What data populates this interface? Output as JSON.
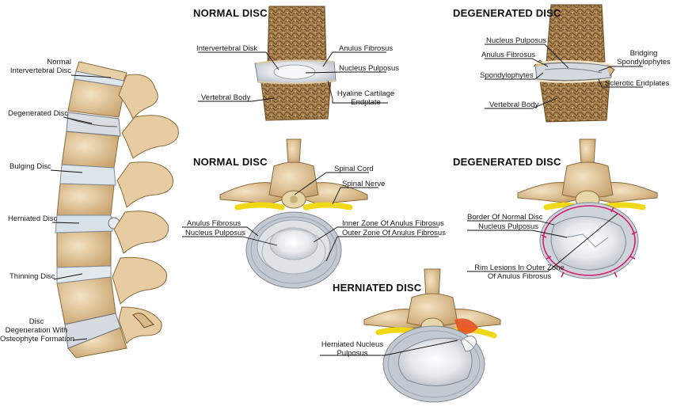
{
  "headings": {
    "normal_side": "NORMAL DISC",
    "degenerated_side": "DEGENERATED DISC",
    "normal_axial": "NORMAL DISC",
    "degenerated_axial": "DEGENERATED DISC",
    "herniated_axial": "HERNIATED DISC"
  },
  "spine_labels": {
    "normal_line1": "Normal",
    "normal_line2": "Intervertebral Disc",
    "degenerated": "Degenerated Disc",
    "bulging": "Bulging Disc",
    "herniated": "Herniated Disc",
    "thinning": "Thinning Disc",
    "osteo_line1": "Disc",
    "osteo_line2": "Degeneration With",
    "osteo_line3": "Osteophyte Formation"
  },
  "normal_side_labels": {
    "intervertebral_disk": "Intervertebral Disk",
    "anulus_fibrosus": "Anulus Fibrosus",
    "nucleus_pulposus": "Nucleus Pulposus",
    "vertebral_body": "Vertebral Body",
    "hyaline_line1": "Hyaline Cartilage",
    "hyaline_line2": "Endplate"
  },
  "degenerated_side_labels": {
    "nucleus_pulposus": "Nucleus Pulposus",
    "anulus_fibrosus": "Anulus Fibrosus",
    "spondylophytes": "Spondylophytes",
    "vertebral_body": "Vertebral Body",
    "bridging_line1": "Bridging",
    "bridging_line2": "Spondylophytes",
    "sclerotic": "Sclerotic Endplates"
  },
  "normal_axial_labels": {
    "spinal_cord": "Spinal Cord",
    "spinal_nerve": "Spinal Nerve",
    "anulus_fibrosus": "Anulus Fibrosus",
    "nucleus_pulposus": "Nucleus Pulposus",
    "inner_zone": "Inner Zone Of Anulus Fibrosus",
    "outer_zone": "Outer Zone Of Anulus Fibrosus"
  },
  "degenerated_axial_labels": {
    "border": "Border Of Normal Disc",
    "nucleus_pulposus": "Nucleus Pulposus",
    "rim_line1": "Rim Lesions In Outer Zone",
    "rim_line2": "Of Anulus Fibrosus"
  },
  "herniated_axial_labels": {
    "herniated_line1": "Herniated Nucleus",
    "herniated_line2": "Pulposus"
  },
  "colors": {
    "bone": "#e2c79d",
    "bone_dark": "#9c7440",
    "cancellous": "#a7814f",
    "disc": "#dfe3e8",
    "disc_line": "#9aa3ad",
    "nerve": "#f2dc1b",
    "rim_lesion": "#d0206e",
    "herniation": "#e84a1e"
  }
}
